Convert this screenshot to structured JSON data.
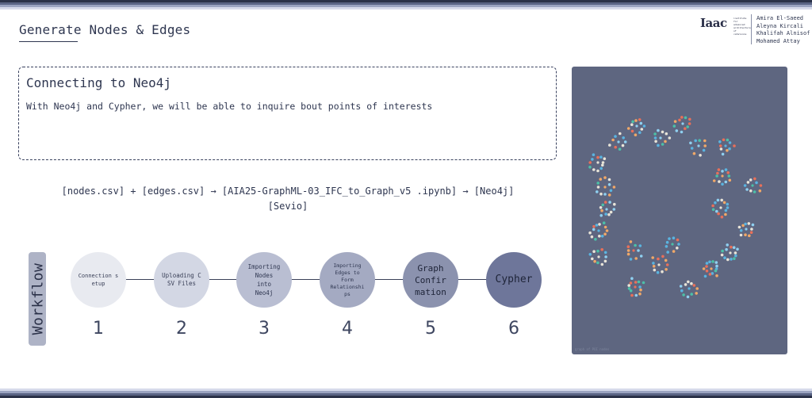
{
  "header": {
    "title": "Generate Nodes & Edges",
    "logo_text": "Iaac",
    "logo_subtext": "institute for advanced architecture of catalonia",
    "authors": [
      "Amira El-Saeed",
      "Aleyna Kircali",
      "Khalifah Alnisof",
      "Mohamed Attay"
    ]
  },
  "info_box": {
    "title": "Connecting to Neo4j",
    "text": "With Neo4j and Cypher, we will be able to inquire bout points of interests"
  },
  "pipeline": {
    "line1": "[nodes.csv] + [edges.csv] → [AIA25-GraphML-03_IFC_to_Graph_v5 .ipynb] → [Neo4j]",
    "line2": "[Sevio]"
  },
  "workflow": {
    "label": "Workflow",
    "steps": [
      {
        "number": "1",
        "label": "Connection setup",
        "color": "#e8eaf0"
      },
      {
        "number": "2",
        "label": "Uploading CSV Files",
        "color": "#d3d7e4"
      },
      {
        "number": "3",
        "label": "Importing Nodes into Neo4j",
        "color": "#b9bed2"
      },
      {
        "number": "4",
        "label": "Importing Edges to Form Relationships",
        "color": "#a4aac2"
      },
      {
        "number": "5",
        "label": "Graph Confirmation",
        "color": "#8b92ae"
      },
      {
        "number": "6",
        "label": "Cypher",
        "color": "#6e769a"
      }
    ]
  },
  "graph_panel": {
    "caption": "graph of POI nodes",
    "background": "#5e6680",
    "node_colors": [
      "#5ab4e0",
      "#e8705a",
      "#e8e4d8",
      "#f0a868",
      "#4cc0a8",
      "#8fd0f0"
    ]
  },
  "stripes": {
    "top": [
      "#2b3248",
      "#5a6484",
      "#9aa3c0",
      "#d6daea"
    ],
    "bottom": [
      "#d6daea",
      "#9aa3c0",
      "#5a6484",
      "#2b3248"
    ]
  }
}
